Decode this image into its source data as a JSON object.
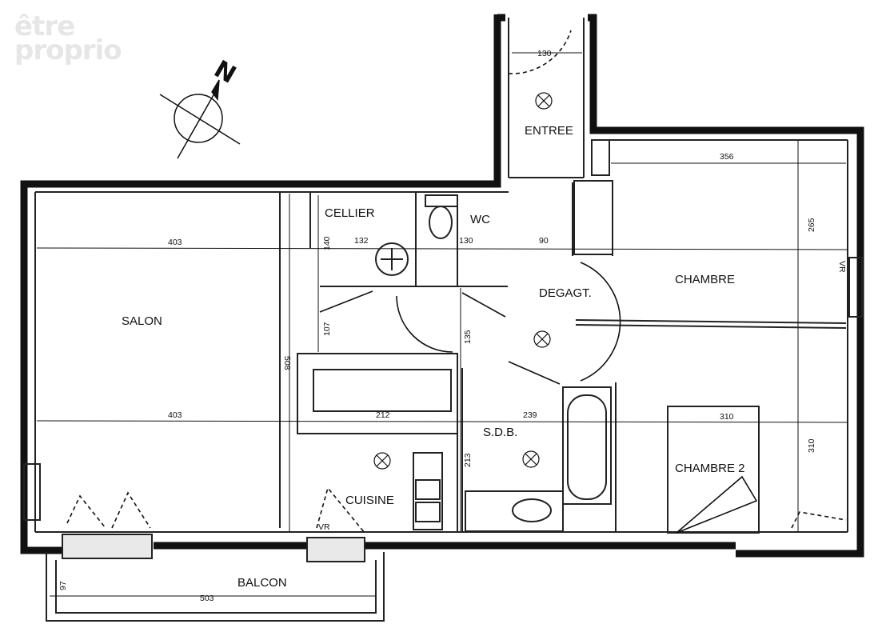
{
  "watermark": {
    "line1": "être",
    "line2": "proprio"
  },
  "compass": {
    "label": "N"
  },
  "rooms": {
    "entree": "ENTREE",
    "cellier": "CELLIER",
    "wc": "WC",
    "salon": "SALON",
    "degagt": "DEGAGT.",
    "chambre": "CHAMBRE",
    "sdb": "S.D.B.",
    "cuisine": "CUISINE",
    "chambre2": "CHAMBRE 2",
    "balcon": "BALCON"
  },
  "dimensions": {
    "entree_width": "130",
    "chambre_width": "356",
    "chambre_depth": "265",
    "salon_width_top": "403",
    "salon_width_bottom": "403",
    "salon_depth": "508",
    "cellier_depth": "140",
    "cellier_width": "132",
    "wc_width": "130",
    "degagt_width": "90",
    "passage_107": "107",
    "passage_135": "135",
    "cuisine_width": "212",
    "cuisine_depth": "213",
    "sdb_width": "239",
    "chambre2_width": "310",
    "chambre2_depth": "310",
    "balcon_width": "503",
    "balcon_depth": "97"
  },
  "markers": {
    "vr_chambre": "VR",
    "vr_cuisine": "VR"
  }
}
